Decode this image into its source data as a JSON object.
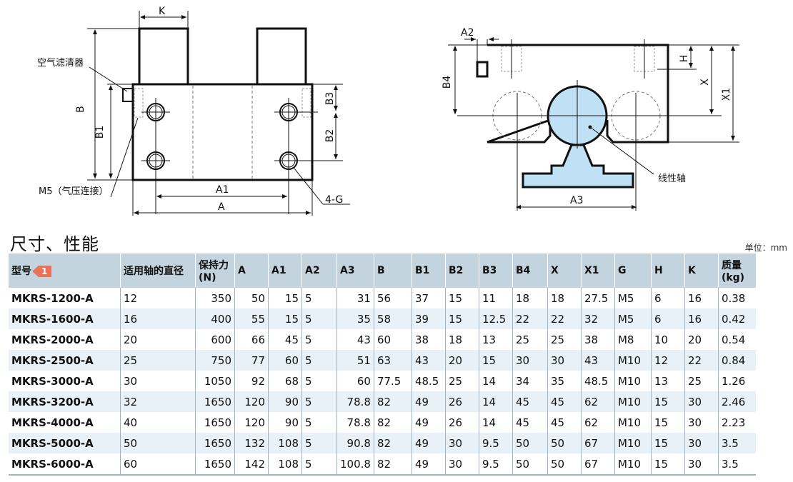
{
  "diagram": {
    "front_view": {
      "labels": {
        "k": "K",
        "b": "B",
        "b1": "B1",
        "b2": "B2",
        "b3": "B3",
        "a": "A",
        "a1": "A1",
        "four_g": "4-G",
        "air_filter": "空气滤清器",
        "m5_port": "M5（气压连接）"
      }
    },
    "side_view": {
      "labels": {
        "a2": "A2",
        "b4": "B4",
        "h": "H",
        "x": "X",
        "x1": "X1",
        "a3": "A3",
        "linear_shaft": "线性轴"
      },
      "shaft_color": "#bfe0f5"
    }
  },
  "section": {
    "title": "尺寸、性能",
    "unit": "单位：mm"
  },
  "table": {
    "header_color": "#c3d4df",
    "alt_row_color": "#e8f1f7",
    "badge": {
      "text": "1",
      "color": "#e8735a"
    },
    "columns": [
      "型号",
      "适用轴的直径",
      "保持力(N)",
      "A",
      "A1",
      "A2",
      "A3",
      "B",
      "B1",
      "B2",
      "B3",
      "B4",
      "X",
      "X1",
      "G",
      "H",
      "K",
      "质量(kg)"
    ],
    "header_lines": {
      "model": "型号",
      "shaft_diameter": "适用轴的直径",
      "holding_force_1": "保持力",
      "holding_force_2": "(N)",
      "mass_1": "质量",
      "mass_2": "(kg)"
    },
    "rows": [
      [
        "MKRS-1200-A",
        "12",
        "350",
        "50",
        "15",
        "5",
        "31",
        "56",
        "37",
        "15",
        "11",
        "18",
        "18",
        "27.5",
        "M5",
        "6",
        "16",
        "0.38"
      ],
      [
        "MKRS-1600-A",
        "16",
        "400",
        "55",
        "15",
        "5",
        "35",
        "58",
        "39",
        "15",
        "12.5",
        "22",
        "22",
        "32",
        "M5",
        "6",
        "16",
        "0.42"
      ],
      [
        "MKRS-2000-A",
        "20",
        "600",
        "66",
        "45",
        "5",
        "43",
        "60",
        "38",
        "18",
        "13",
        "25",
        "25",
        "38",
        "M8",
        "10",
        "20",
        "0.54"
      ],
      [
        "MKRS-2500-A",
        "25",
        "750",
        "77",
        "60",
        "5",
        "51",
        "63",
        "43",
        "20",
        "15",
        "30",
        "30",
        "43",
        "M10",
        "12",
        "22",
        "0.84"
      ],
      [
        "MKRS-3000-A",
        "30",
        "1050",
        "92",
        "68",
        "5",
        "60",
        "77.5",
        "48.5",
        "25",
        "14",
        "34",
        "35",
        "48.5",
        "M10",
        "13",
        "25",
        "1.26"
      ],
      [
        "MKRS-3200-A",
        "32",
        "1650",
        "120",
        "90",
        "5",
        "78.8",
        "82",
        "49",
        "26",
        "14",
        "45",
        "45",
        "62",
        "M10",
        "15",
        "30",
        "2.46"
      ],
      [
        "MKRS-4000-A",
        "40",
        "1650",
        "120",
        "90",
        "5",
        "78.8",
        "82",
        "49",
        "26",
        "14",
        "45",
        "45",
        "62",
        "M10",
        "15",
        "30",
        "2.23"
      ],
      [
        "MKRS-5000-A",
        "50",
        "1650",
        "132",
        "108",
        "5",
        "90.8",
        "82",
        "49",
        "30",
        "9.5",
        "50",
        "50",
        "67",
        "M10",
        "15",
        "30",
        "3.5"
      ],
      [
        "MKRS-6000-A",
        "60",
        "1650",
        "142",
        "108",
        "5",
        "100.8",
        "82",
        "49",
        "30",
        "9.5",
        "50",
        "50",
        "67",
        "M10",
        "15",
        "30",
        "3.5"
      ]
    ]
  }
}
